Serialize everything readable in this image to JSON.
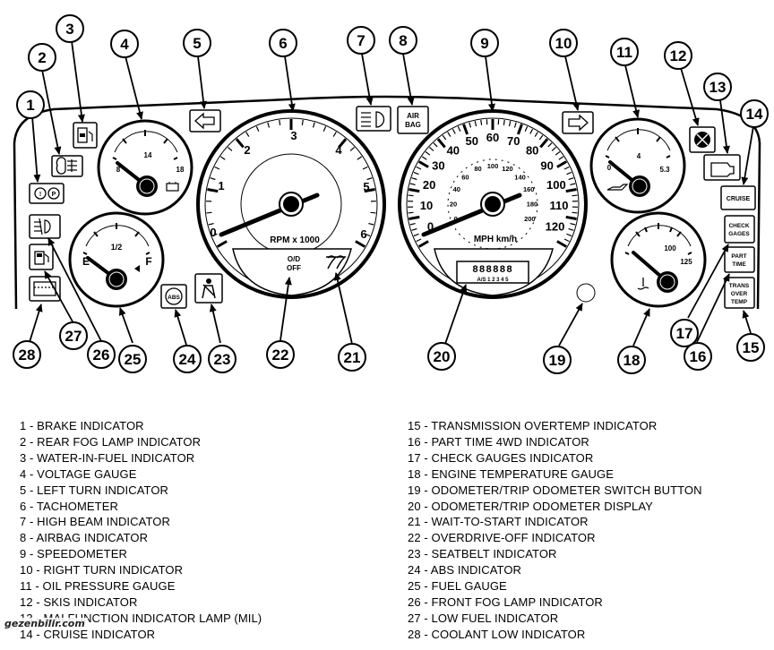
{
  "callouts": [
    "1",
    "2",
    "3",
    "4",
    "5",
    "6",
    "7",
    "8",
    "9",
    "10",
    "11",
    "12",
    "13",
    "14",
    "15",
    "16",
    "17",
    "18",
    "19",
    "20",
    "21",
    "22",
    "23",
    "24",
    "25",
    "26",
    "27",
    "28"
  ],
  "panel_labels": {
    "airbag_line1": "AIR",
    "airbag_line2": "BAG",
    "cruise": "CRUISE",
    "check_gages_line1": "CHECK",
    "check_gages_line2": "GAGES",
    "part_time_line1": "PART",
    "part_time_line2": "TIME",
    "trans_line1": "TRANS",
    "trans_line2": "OVER",
    "trans_line3": "TEMP",
    "od_off_line1": "O/D",
    "od_off_line2": "OFF",
    "abs": "ABS"
  },
  "tachometer": {
    "label": "RPM x 1000",
    "ticks": [
      "0",
      "1",
      "2",
      "3",
      "4",
      "5",
      "6"
    ]
  },
  "speedometer": {
    "label": "MPH km/h",
    "mph_ticks": [
      "0",
      "10",
      "20",
      "30",
      "40",
      "50",
      "60",
      "70",
      "80",
      "90",
      "100",
      "110",
      "120"
    ],
    "kmh_ticks": [
      "0",
      "20",
      "40",
      "60",
      "80",
      "100",
      "120",
      "140",
      "160",
      "180",
      "200"
    ]
  },
  "odometer": {
    "digits": "888888",
    "gear_indicator": "A/S 1 2 3 4 5"
  },
  "voltage_gauge": {
    "low": "8",
    "mid": "14",
    "high": "18"
  },
  "oil_gauge": {
    "low": "0",
    "mid": "4",
    "high": "5.3"
  },
  "fuel_gauge": {
    "empty": "E",
    "half": "1/2",
    "full": "F"
  },
  "temp_gauge": {
    "mid": "100",
    "high": "125"
  },
  "legend_left": [
    "1 - BRAKE INDICATOR",
    "2 - REAR FOG LAMP INDICATOR",
    "3 - WATER-IN-FUEL INDICATOR",
    "4 - VOLTAGE GAUGE",
    "5 - LEFT TURN INDICATOR",
    "6 - TACHOMETER",
    "7 - HIGH BEAM INDICATOR",
    "8 - AIRBAG INDICATOR",
    "9 - SPEEDOMETER",
    "10 - RIGHT TURN INDICATOR",
    "11 - OIL PRESSURE GAUGE",
    "12 - SKIS INDICATOR",
    "13 - MALFUNCTION INDICATOR LAMP (MIL)",
    "14 - CRUISE INDICATOR"
  ],
  "legend_right": [
    "15 - TRANSMISSION OVERTEMP INDICATOR",
    "16 - PART TIME 4WD INDICATOR",
    "17 - CHECK GAUGES INDICATOR",
    "18 - ENGINE TEMPERATURE GAUGE",
    "19 - ODOMETER/TRIP ODOMETER SWITCH BUTTON",
    "20 - ODOMETER/TRIP ODOMETER DISPLAY",
    "21 - WAIT-TO-START INDICATOR",
    "22 - OVERDRIVE-OFF INDICATOR",
    "23 - SEATBELT INDICATOR",
    "24 - ABS INDICATOR",
    "25 - FUEL GAUGE",
    "26 - FRONT FOG LAMP INDICATOR",
    "27 - LOW FUEL INDICATOR",
    "28 - COOLANT LOW INDICATOR"
  ],
  "watermark": "gezenbilir.com"
}
